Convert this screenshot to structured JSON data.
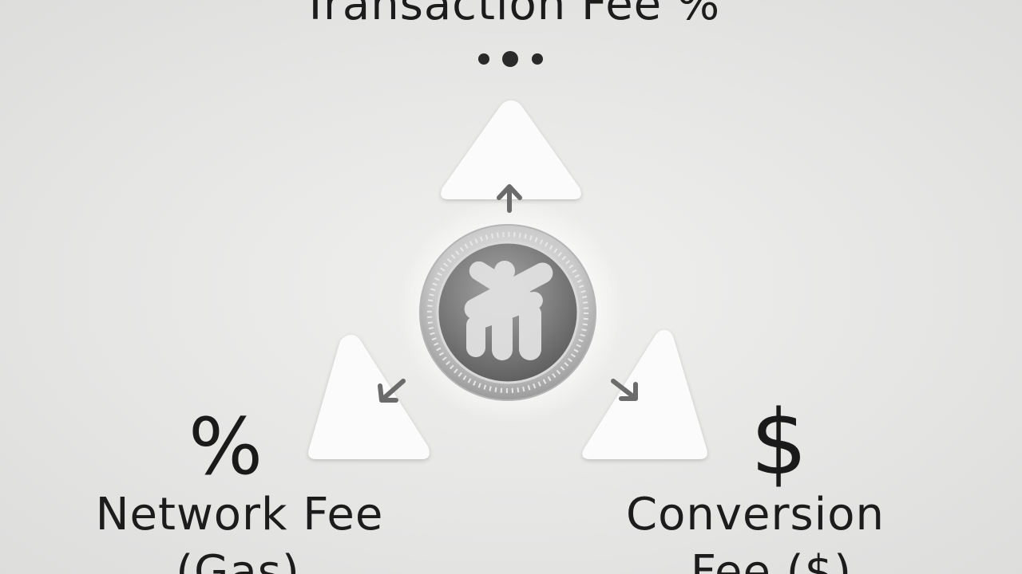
{
  "diagram": {
    "top_node": {
      "label": "Transaction Fee %"
    },
    "left_node": {
      "symbol": "%",
      "label_line1": "Network Fee",
      "label_line2": "(Gas)"
    },
    "right_node": {
      "symbol": "$",
      "label_line1": "Conversion",
      "label_line2": "Fee ($)"
    },
    "center": {
      "icon": "crypto-coin-logo-icon"
    },
    "icons": [
      "ellipsis-icon",
      "arrow-up-icon",
      "arrow-down-left-icon",
      "arrow-down-right-icon",
      "triangle-shape"
    ]
  },
  "colors": {
    "background": "#e6e6e5",
    "triangle": "#fbfbfb",
    "arrow": "#6b6b6b",
    "text": "#1c1c1c",
    "coin_ring": "#cfcfcf",
    "coin_face": "#7a7a7a"
  }
}
